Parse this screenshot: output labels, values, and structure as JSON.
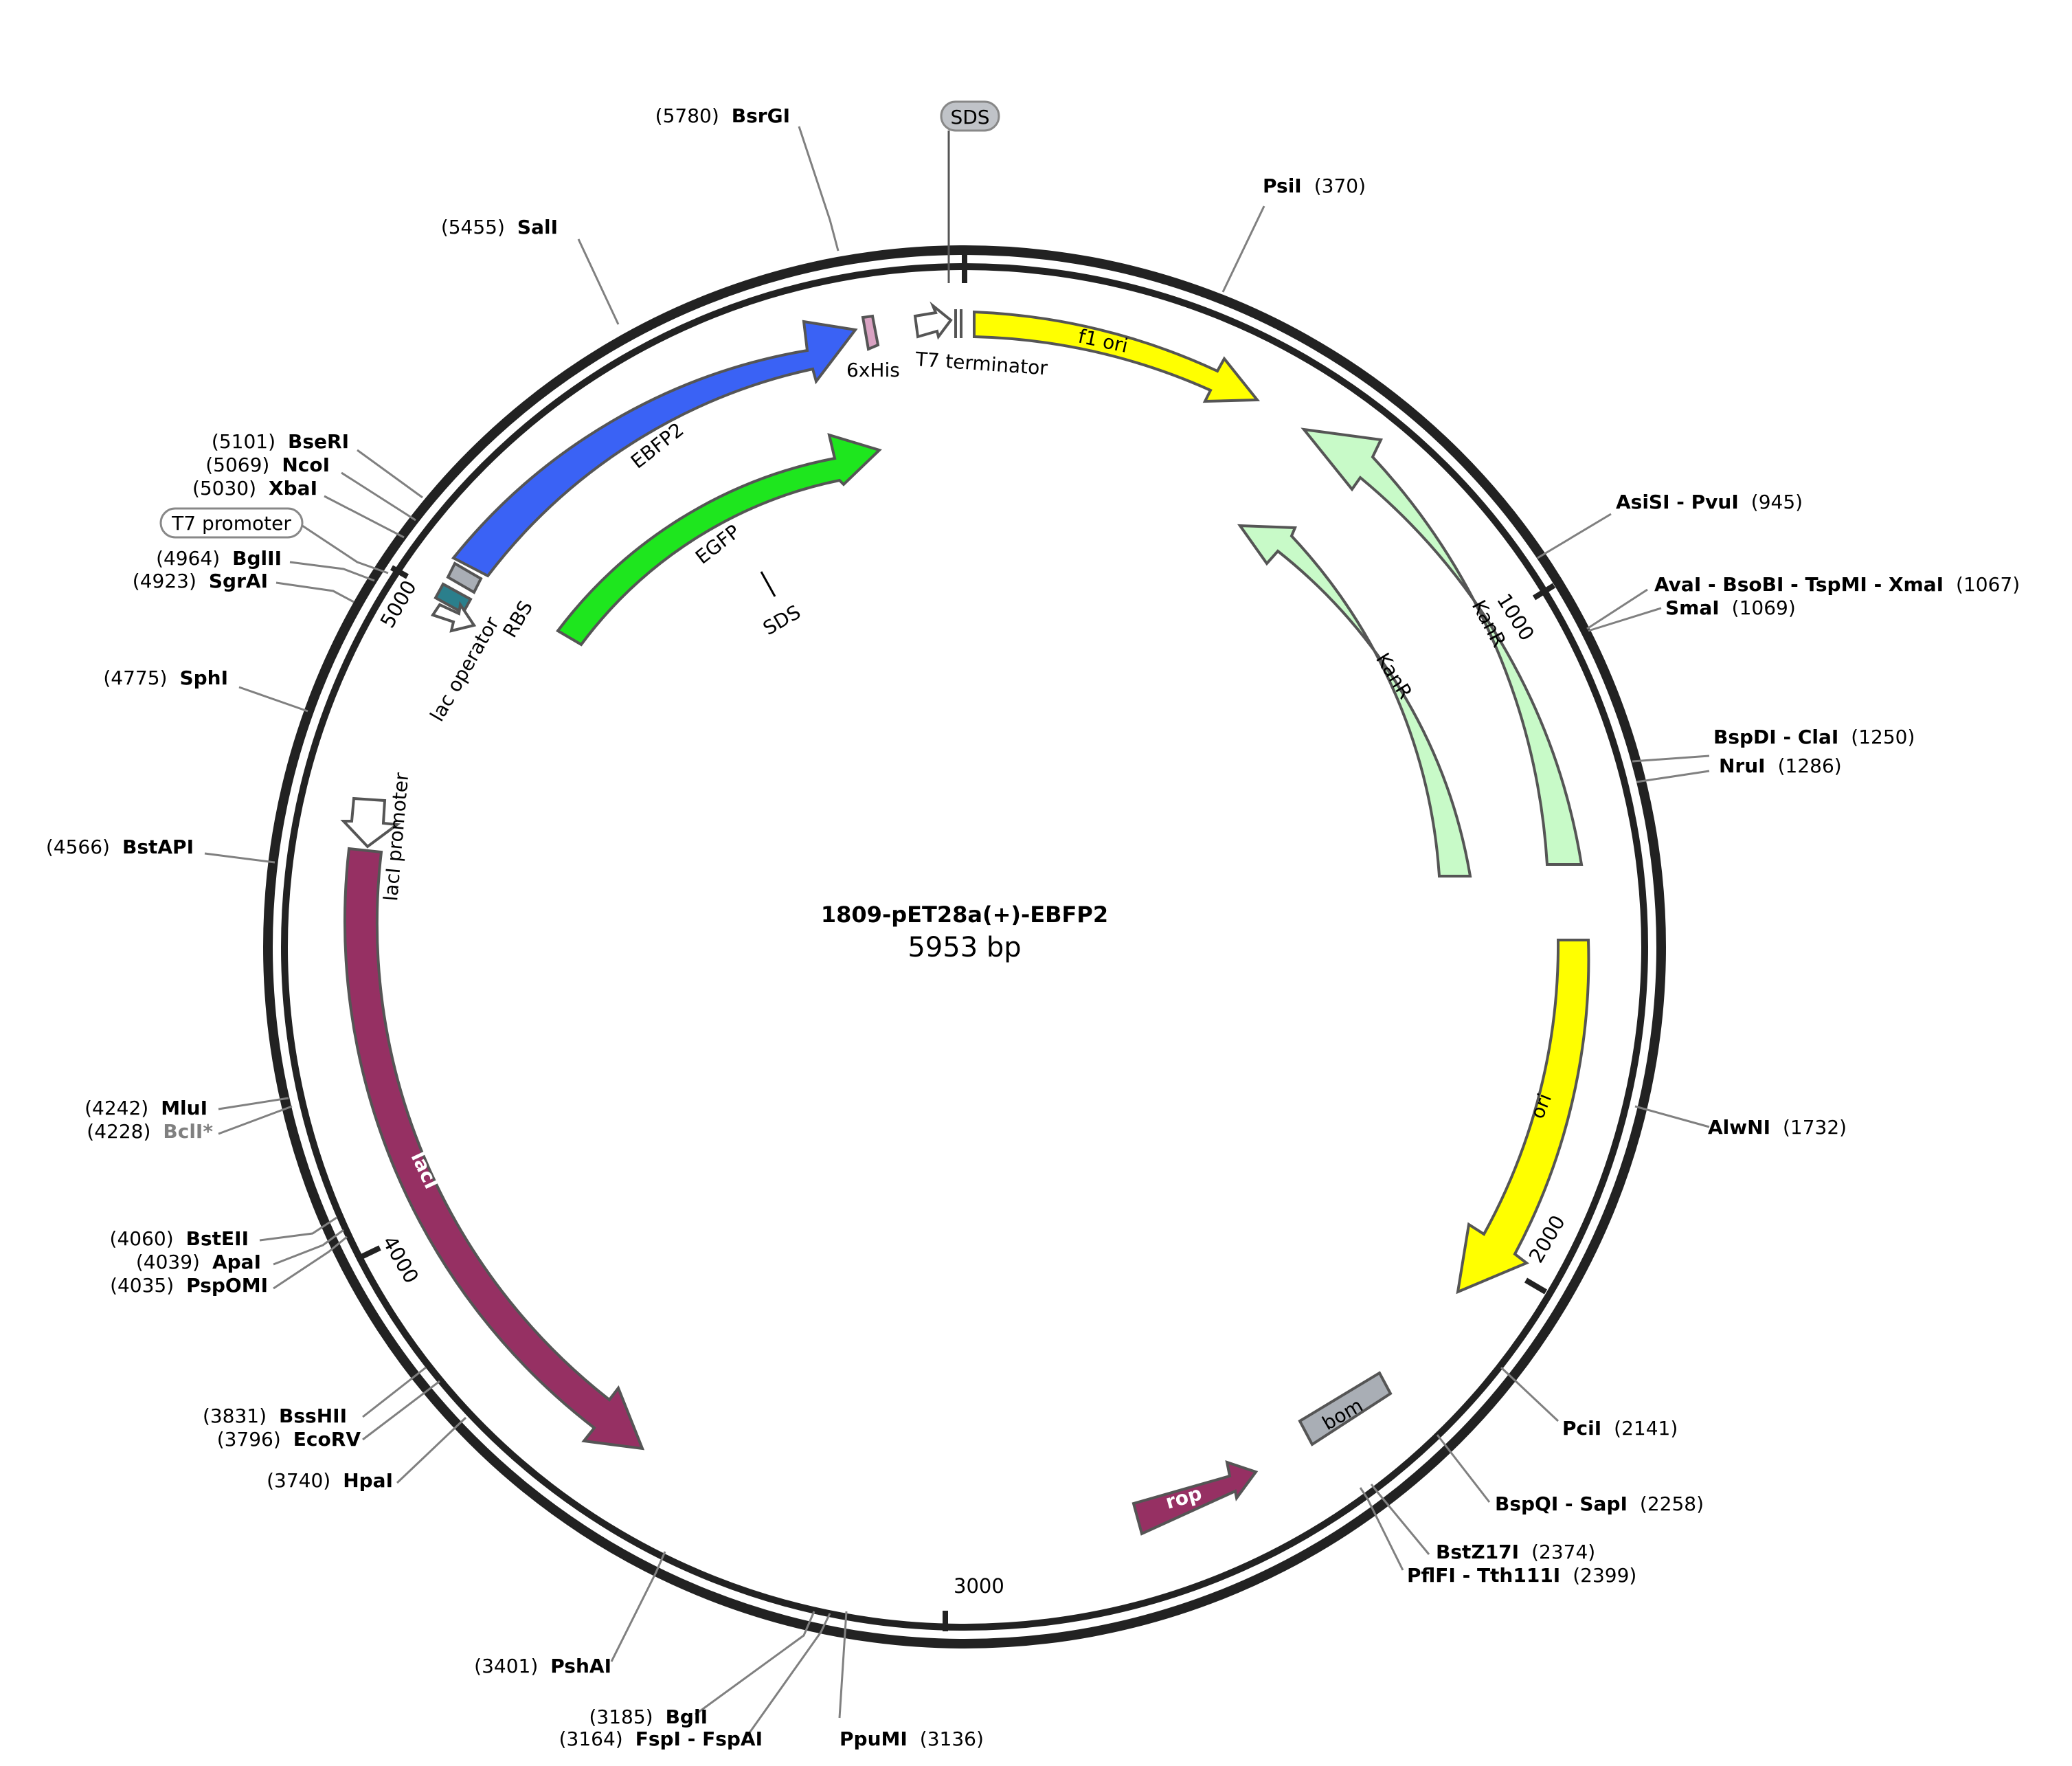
{
  "plasmid": {
    "name": "1809-pET28a(+)-EBFP2",
    "length_label": "5953 bp",
    "length_bp": 5953
  },
  "ticks": [
    {
      "label": "1000",
      "bp": 1000
    },
    {
      "label": "2000",
      "bp": 2000
    },
    {
      "label": "3000",
      "bp": 3000
    },
    {
      "label": "4000",
      "bp": 4000
    },
    {
      "label": "5000",
      "bp": 5000
    }
  ],
  "features": [
    {
      "name": "EBFP2",
      "color": "#3a62f5",
      "ring": 1,
      "label": "EBFP2"
    },
    {
      "name": "EGFP",
      "color": "#1ee61e",
      "ring": 2,
      "label": "EGFP"
    },
    {
      "name": "f1 ori",
      "color": "#ffff00",
      "ring": 1,
      "label": "f1 ori"
    },
    {
      "name": "KanR outer",
      "color": "#c8fac8",
      "ring": 1,
      "label": "KanR"
    },
    {
      "name": "KanR inner",
      "color": "#c8fac8",
      "ring": 2,
      "label": "KanR"
    },
    {
      "name": "ori",
      "color": "#ffff00",
      "ring": 1,
      "label": "ori"
    },
    {
      "name": "bom",
      "color": "#a9aeb5",
      "ring": 2,
      "label": "bom"
    },
    {
      "name": "rop",
      "color": "#963063",
      "ring": 2,
      "label": "rop"
    },
    {
      "name": "lacI",
      "color": "#963063",
      "ring": 1,
      "label": "lacI"
    },
    {
      "name": "6xHis",
      "color": "#d9a2c2",
      "label": "6xHis"
    },
    {
      "name": "T7 terminator",
      "color": "#ffffff",
      "label": "T7 terminator"
    },
    {
      "name": "lac operator",
      "color": "#2b7f8c",
      "label": "lac operator"
    },
    {
      "name": "RBS",
      "color": "#a9aeb5",
      "label": "RBS"
    },
    {
      "name": "lacI promoter",
      "color": "#ffffff",
      "label": "lacI promoter"
    },
    {
      "name": "T7 promoter",
      "color": "#ffffff",
      "label": "T7 promoter"
    },
    {
      "name": "SDS top",
      "color": "#c0c3c8",
      "label": "SDS"
    },
    {
      "name": "SDS inner",
      "label": "SDS"
    }
  ],
  "sites": [
    {
      "id": "bsrgi",
      "position": "(5780)",
      "name": "BsrGI"
    },
    {
      "id": "sali",
      "position": "(5455)",
      "name": "SalI"
    },
    {
      "id": "psii",
      "position": "(370)",
      "name": "PsiI"
    },
    {
      "id": "baseri",
      "position": "(5101)",
      "name": "BseRI"
    },
    {
      "id": "ncoi",
      "position": "(5069)",
      "name": "NcoI"
    },
    {
      "id": "xbai",
      "position": "(5030)",
      "name": "XbaI"
    },
    {
      "id": "bglii",
      "position": "(4964)",
      "name": "BglII"
    },
    {
      "id": "sgrai",
      "position": "(4923)",
      "name": "SgrAI"
    },
    {
      "id": "sphi",
      "position": "(4775)",
      "name": "SphI"
    },
    {
      "id": "bstapi",
      "position": "(4566)",
      "name": "BstAPI"
    },
    {
      "id": "mlui",
      "position": "(4242)",
      "name": "MluI"
    },
    {
      "id": "bcli",
      "position": "(4228)",
      "name": "BclI*"
    },
    {
      "id": "bsteii",
      "position": "(4060)",
      "name": "BstEII"
    },
    {
      "id": "apai",
      "position": "(4039)",
      "name": "ApaI"
    },
    {
      "id": "pspomi",
      "position": "(4035)",
      "name": "PspOMI"
    },
    {
      "id": "bsshii",
      "position": "(3831)",
      "name": "BssHII"
    },
    {
      "id": "ecorv",
      "position": "(3796)",
      "name": "EcoRV"
    },
    {
      "id": "hpai",
      "position": "(3740)",
      "name": "HpaI"
    },
    {
      "id": "pshai",
      "position": "(3401)",
      "name": "PshAI"
    },
    {
      "id": "bgli",
      "position": "(3185)",
      "name": "BglI"
    },
    {
      "id": "fspi",
      "position": "(3164)",
      "name": "FspI - FspAI"
    },
    {
      "id": "ppumi",
      "position": "(3136)",
      "name": "PpuMI"
    },
    {
      "id": "asisi",
      "position": "(945)",
      "name": "AsiSI - PvuI"
    },
    {
      "id": "avai",
      "position": "(1067)",
      "name": "AvaI - BsoBI - TspMI - XmaI"
    },
    {
      "id": "smai",
      "position": "(1069)",
      "name": "SmaI"
    },
    {
      "id": "bspdi",
      "position": "(1250)",
      "name": "BspDI - ClaI"
    },
    {
      "id": "nrui",
      "position": "(1286)",
      "name": "NruI"
    },
    {
      "id": "alwni",
      "position": "(1732)",
      "name": "AlwNI"
    },
    {
      "id": "pcii",
      "position": "(2141)",
      "name": "PciI"
    },
    {
      "id": "bspqi",
      "position": "(2258)",
      "name": "BspQI - SapI"
    },
    {
      "id": "bstz17i",
      "position": "(2374)",
      "name": "BstZ17I"
    },
    {
      "id": "pflfi",
      "position": "(2399)",
      "name": "PflFI - Tth111I"
    }
  ],
  "colors": {
    "backbone": "#222222",
    "leader": "#808080",
    "text": "#000000",
    "dim_text": "#808080"
  }
}
